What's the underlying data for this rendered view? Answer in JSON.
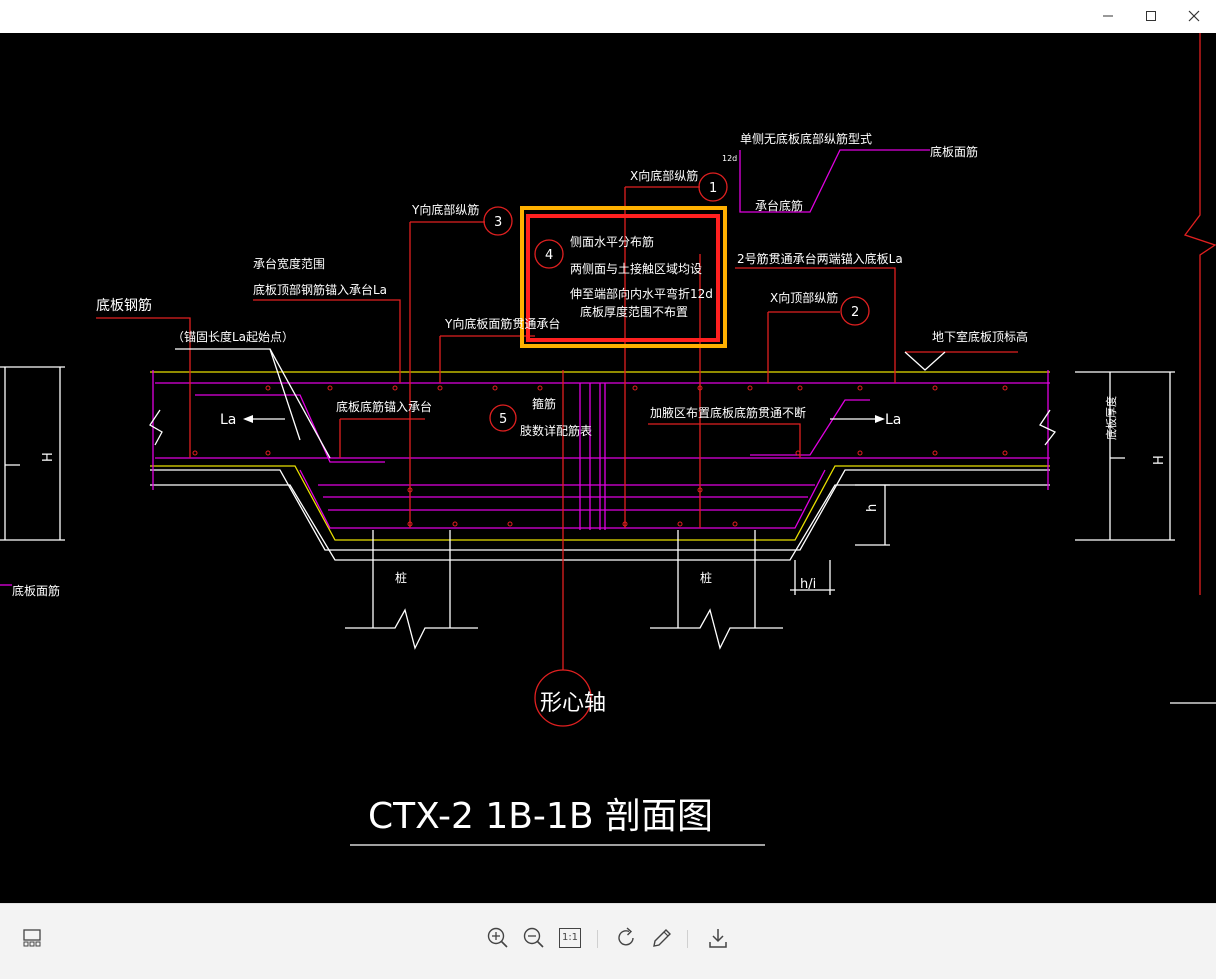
{
  "window": {
    "controls": [
      "minimize",
      "maximize",
      "close"
    ]
  },
  "drawing": {
    "title": "CTX-2  1B-1B 剖面图",
    "axis_label": "形心轴",
    "annotations": {
      "single_side_top": "单侧无底板底部纵筋型式",
      "dim_12d": "12d",
      "cap_bottom_bar": "承台底筋",
      "slab_top_bar_right": "底板面筋",
      "x_bottom_bar": "X向底部纵筋",
      "y_bottom_bar": "Y向底部纵筋",
      "cap_width_range": "承台宽度范围",
      "slab_top_anchor": "底板顶部钢筋锚入承台La",
      "slab_rebar": "底板钢筋",
      "anchor_start": "（锚固长度La起始点）",
      "y_top_through": "Y向底板面筋贯通承台",
      "side_line1": "侧面水平分布筋",
      "side_line2": "两侧面与土接触区域均设",
      "side_line3": "伸至端部向内水平弯折12d",
      "side_line4": "底板厚度范围不布置",
      "no2_anchor": "2号筋贯通承台两端锚入底板La",
      "x_top_bar": "X向顶部纵筋",
      "basement_level": "地下室底板顶标高",
      "slab_bottom_anchor": "底板底筋锚入承台",
      "stirrup_title": "箍筋",
      "stirrup_sub": "肢数详配筋表",
      "strengthen": "加腋区布置底板底筋贯通不断",
      "La": "La",
      "H": "H",
      "h": "h",
      "h_over_i": "h/i",
      "slab_thickness": "底板厚度",
      "pile": "桩",
      "slab_top_bar_left": "底板面筋",
      "n1": "1",
      "n2": "2",
      "n3": "3",
      "n4": "4",
      "n5": "5"
    }
  },
  "toolbar": {
    "thumbnail": "thumbnail-icon",
    "zoom_in": "zoom-in-icon",
    "zoom_out": "zoom-out-icon",
    "actual_size": "1:1",
    "rotate": "rotate-icon",
    "edit": "pencil-icon",
    "download": "download-icon"
  },
  "colors": {
    "magenta": "#e000e0",
    "red": "#e02020",
    "yellow": "#e8e000",
    "white": "#ffffff",
    "highlight_orange": "#ffb000"
  }
}
